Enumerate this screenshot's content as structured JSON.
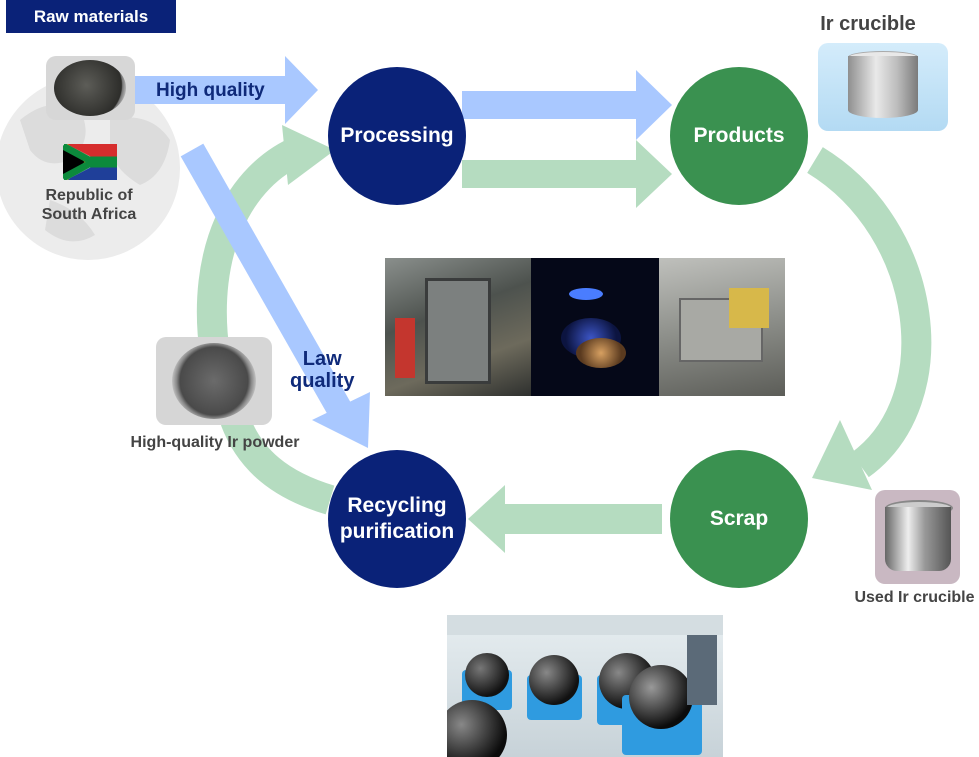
{
  "header": {
    "raw_materials": "Raw materials"
  },
  "source": {
    "country": "Republic of\nSouth Africa"
  },
  "arrows": {
    "high_quality": "High quality",
    "low_quality": "Law\nquality"
  },
  "nodes": {
    "processing": "Processing",
    "products": "Products",
    "scrap": "Scrap",
    "recycling": "Recycling\npurification"
  },
  "items": {
    "ir_crucible": "Ir crucible",
    "used_ir_crucible": "Used Ir crucible",
    "ir_powder": "High-quality Ir powder"
  },
  "colors": {
    "navy": "#0a2278",
    "green": "#3a9150",
    "tag_bg": "#0a2278",
    "blue_arrow": "#a9c8ff",
    "green_arrow": "#b5dcc0"
  }
}
